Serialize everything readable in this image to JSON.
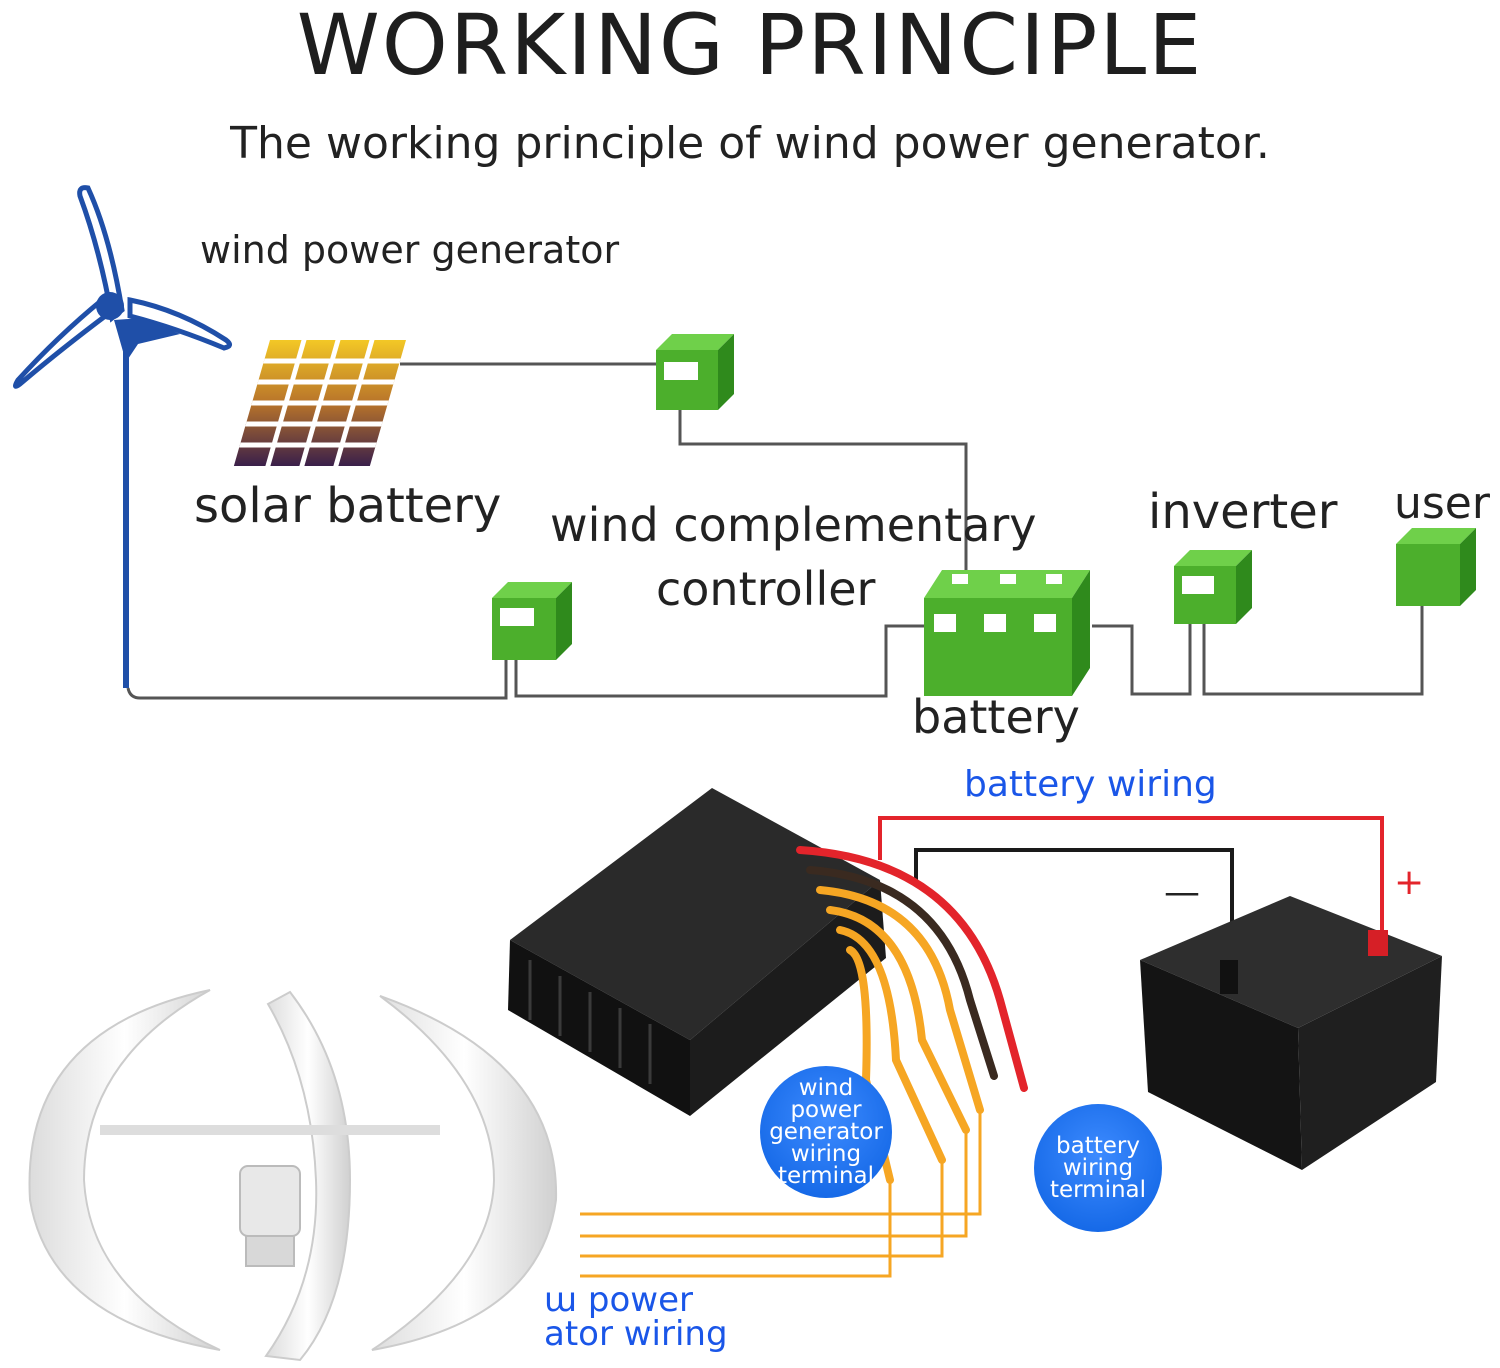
{
  "title": "WORKING PRINCIPLE",
  "subtitle": "The working principle of wind power generator.",
  "labels": {
    "wind_generator": "wind power generator",
    "solar_battery": "solar battery",
    "controller_line1": "wind complementary",
    "controller_line2": "controller",
    "inverter": "inverter",
    "user": "user",
    "battery": "battery",
    "battery_wiring": "battery wiring",
    "generator_wiring_line1": "ա power",
    "generator_wiring_line2": "ator wiring",
    "plus": "+",
    "minus": "—"
  },
  "badges": {
    "generator_terminal": [
      "wind",
      "power",
      "generator",
      "wiring",
      "terminal"
    ],
    "battery_terminal": [
      "battery",
      "wiring",
      "terminal"
    ]
  },
  "colors": {
    "box_green": "#4caf2c",
    "wire_gray": "#555555",
    "turbine_blue": "#1f4fa8",
    "badge_blue": "#0a5fe0",
    "wire_red": "#e3242b",
    "wire_orange": "#f6a623"
  }
}
